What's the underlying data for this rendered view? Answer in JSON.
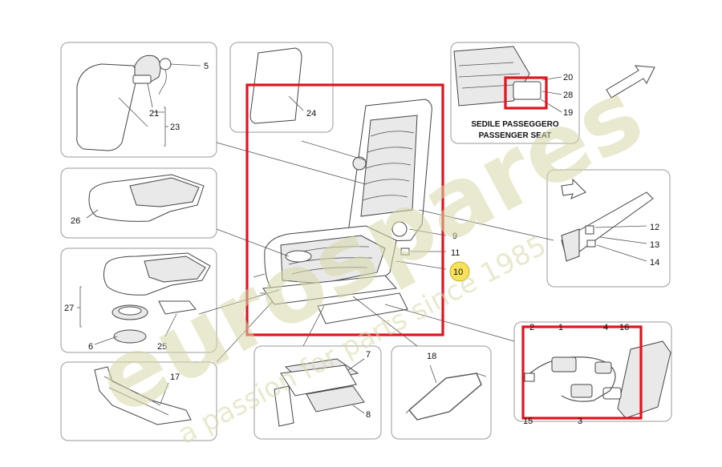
{
  "callouts": {
    "c1": "1",
    "c2": "2",
    "c3": "3",
    "c4": "4",
    "c5": "5",
    "c6": "6",
    "c7": "7",
    "c8": "8",
    "c9": "9",
    "c10": "10",
    "c11": "11",
    "c12": "12",
    "c13": "13",
    "c14": "14",
    "c15": "15",
    "c16": "16",
    "c17": "17",
    "c18": "18",
    "c19": "19",
    "c20": "20",
    "c21": "21",
    "c23": "23",
    "c24": "24",
    "c25": "25",
    "c26": "26",
    "c27": "27",
    "c28": "28"
  },
  "inset": {
    "caption_it": "SEDILE PASSEGGERO",
    "caption_en": "PASSENGER SEAT"
  },
  "watermark": {
    "brand": "eurospares",
    "tagline": "a passion for parts since 1985"
  },
  "colors": {
    "highlight": "#e0141e",
    "highlight_marker": "#f5e25a",
    "panel_border": "#9a9a9a"
  },
  "icons": {
    "direction_arrow_top": "arrow-icon",
    "direction_arrow_right": "arrow-icon"
  }
}
